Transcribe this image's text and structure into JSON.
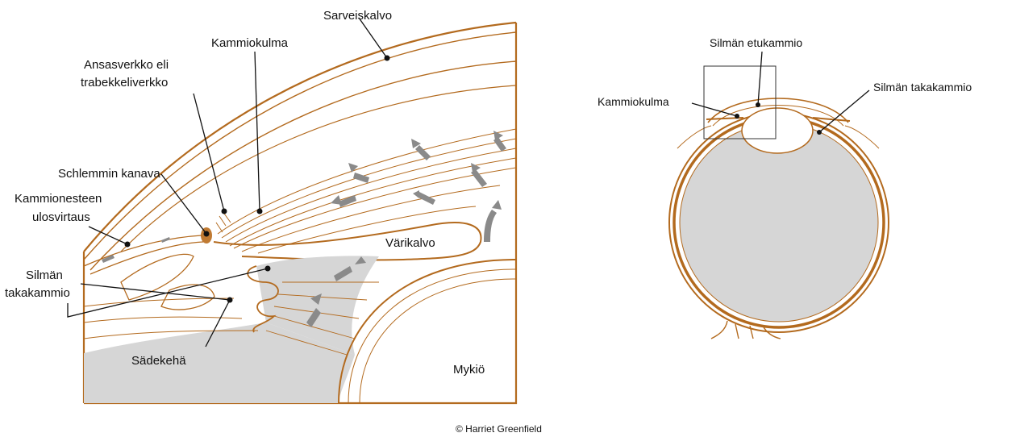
{
  "left_diagram": {
    "labels": {
      "sarveiskalvo": "Sarveiskalvo",
      "kammiokulma": "Kammiokulma",
      "ansasverkko_1": "Ansasverkko eli",
      "ansasverkko_2": "trabekkeliverkko",
      "schlemm": "Schlemmin kanava",
      "ulosvirtaus_1": "Kammionesteen",
      "ulosvirtaus_2": "ulosvirtaus",
      "varikalvo": "Värikalvo",
      "takakammio_1": "Silmän",
      "takakammio_2": "takakammio",
      "sadekeha": "Sädekehä",
      "mykio": "Mykiö"
    }
  },
  "right_diagram": {
    "labels": {
      "etukammio": "Silmän etukammio",
      "takakammio": "Silmän takakammio",
      "kammiokulma": "Kammiokulma"
    }
  },
  "credit": "© Harriet Greenfield",
  "colors": {
    "tissue": "#b36a1e",
    "fill_gray": "#d6d6d6",
    "arrow_gray": "#8a8a8a"
  }
}
